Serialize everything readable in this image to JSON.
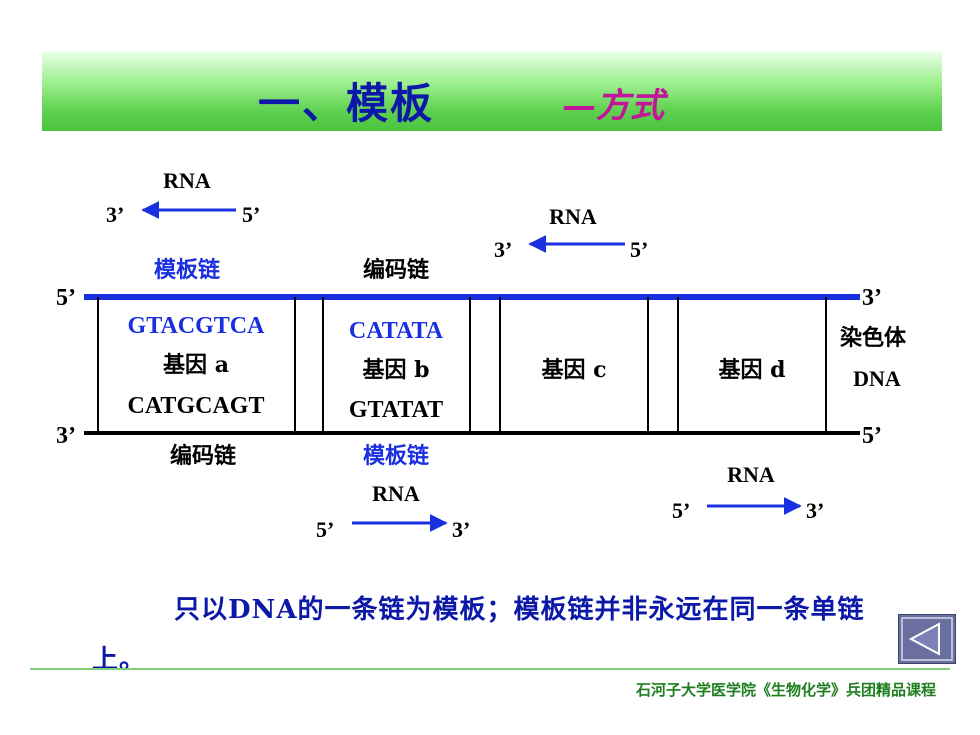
{
  "title": {
    "main": "一、模板",
    "sub": "—方式"
  },
  "diagram": {
    "top_strand": {
      "end_left": "5’",
      "end_right": "3’"
    },
    "bottom_strand": {
      "end_left": "3’",
      "end_right": "5’"
    },
    "chromosome_label": {
      "line1": "染色体",
      "line2": "DNA"
    },
    "genes": [
      {
        "top_seq": "GTACGTCA",
        "name": "基因 a",
        "bottom_seq": "CATGCAGT",
        "strand_above": "模板链",
        "strand_below": "编码链"
      },
      {
        "top_seq": "CATATA",
        "name": "基因 b",
        "bottom_seq": "GTATAT",
        "strand_above": "编码链",
        "strand_below": "模板链"
      },
      {
        "name": "基因 c"
      },
      {
        "name": "基因 d"
      }
    ],
    "rna_arrows": [
      {
        "label": "RNA",
        "left_end": "3’",
        "right_end": "5’",
        "direction": "left"
      },
      {
        "label": "RNA",
        "left_end": "3’",
        "right_end": "5’",
        "direction": "left"
      },
      {
        "label": "RNA",
        "left_end": "5’",
        "right_end": "3’",
        "direction": "right"
      },
      {
        "label": "RNA",
        "left_end": "5’",
        "right_end": "3’",
        "direction": "right"
      }
    ]
  },
  "statement": "只以DNA的一条链为模板；模板链并非永远在同一条单链上。",
  "footer": "石河子大学医学院《生物化学》兵团精品课程",
  "colors": {
    "blue": "#0b18a8",
    "magenta": "#c4149a",
    "strand_blue": "#1a2fe0",
    "green": "#4cc43f",
    "button": "#6a6fa0"
  },
  "icons": {
    "back": "triangle-left-icon"
  }
}
